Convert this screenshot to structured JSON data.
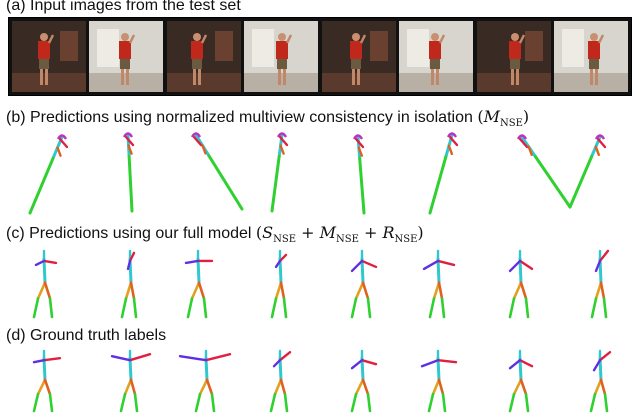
{
  "captions": {
    "a": "(a) Input images from the test set",
    "b": "(b) Predictions using normalized multiview consistency in isolation",
    "b_math": "(M_NSE)",
    "c": "(c) Predictions using  our full model",
    "c_math": "(S_NSE + M_NSE + R_NSE)",
    "d": "(d) Ground truth labels"
  },
  "frame_count": 8,
  "colors": {
    "head": "#c030c0",
    "spine": "#30c8d0",
    "right_arm": "#e02040",
    "left_arm": "#6030e0",
    "upper_leg_r": "#e0a020",
    "upper_leg_l": "#e06020",
    "lower_leg": "#30d030",
    "shirt": "#c0281c",
    "shorts": "#6a5a40",
    "room_dark": "#3a2a24",
    "room_light": "#d8d4ce"
  }
}
